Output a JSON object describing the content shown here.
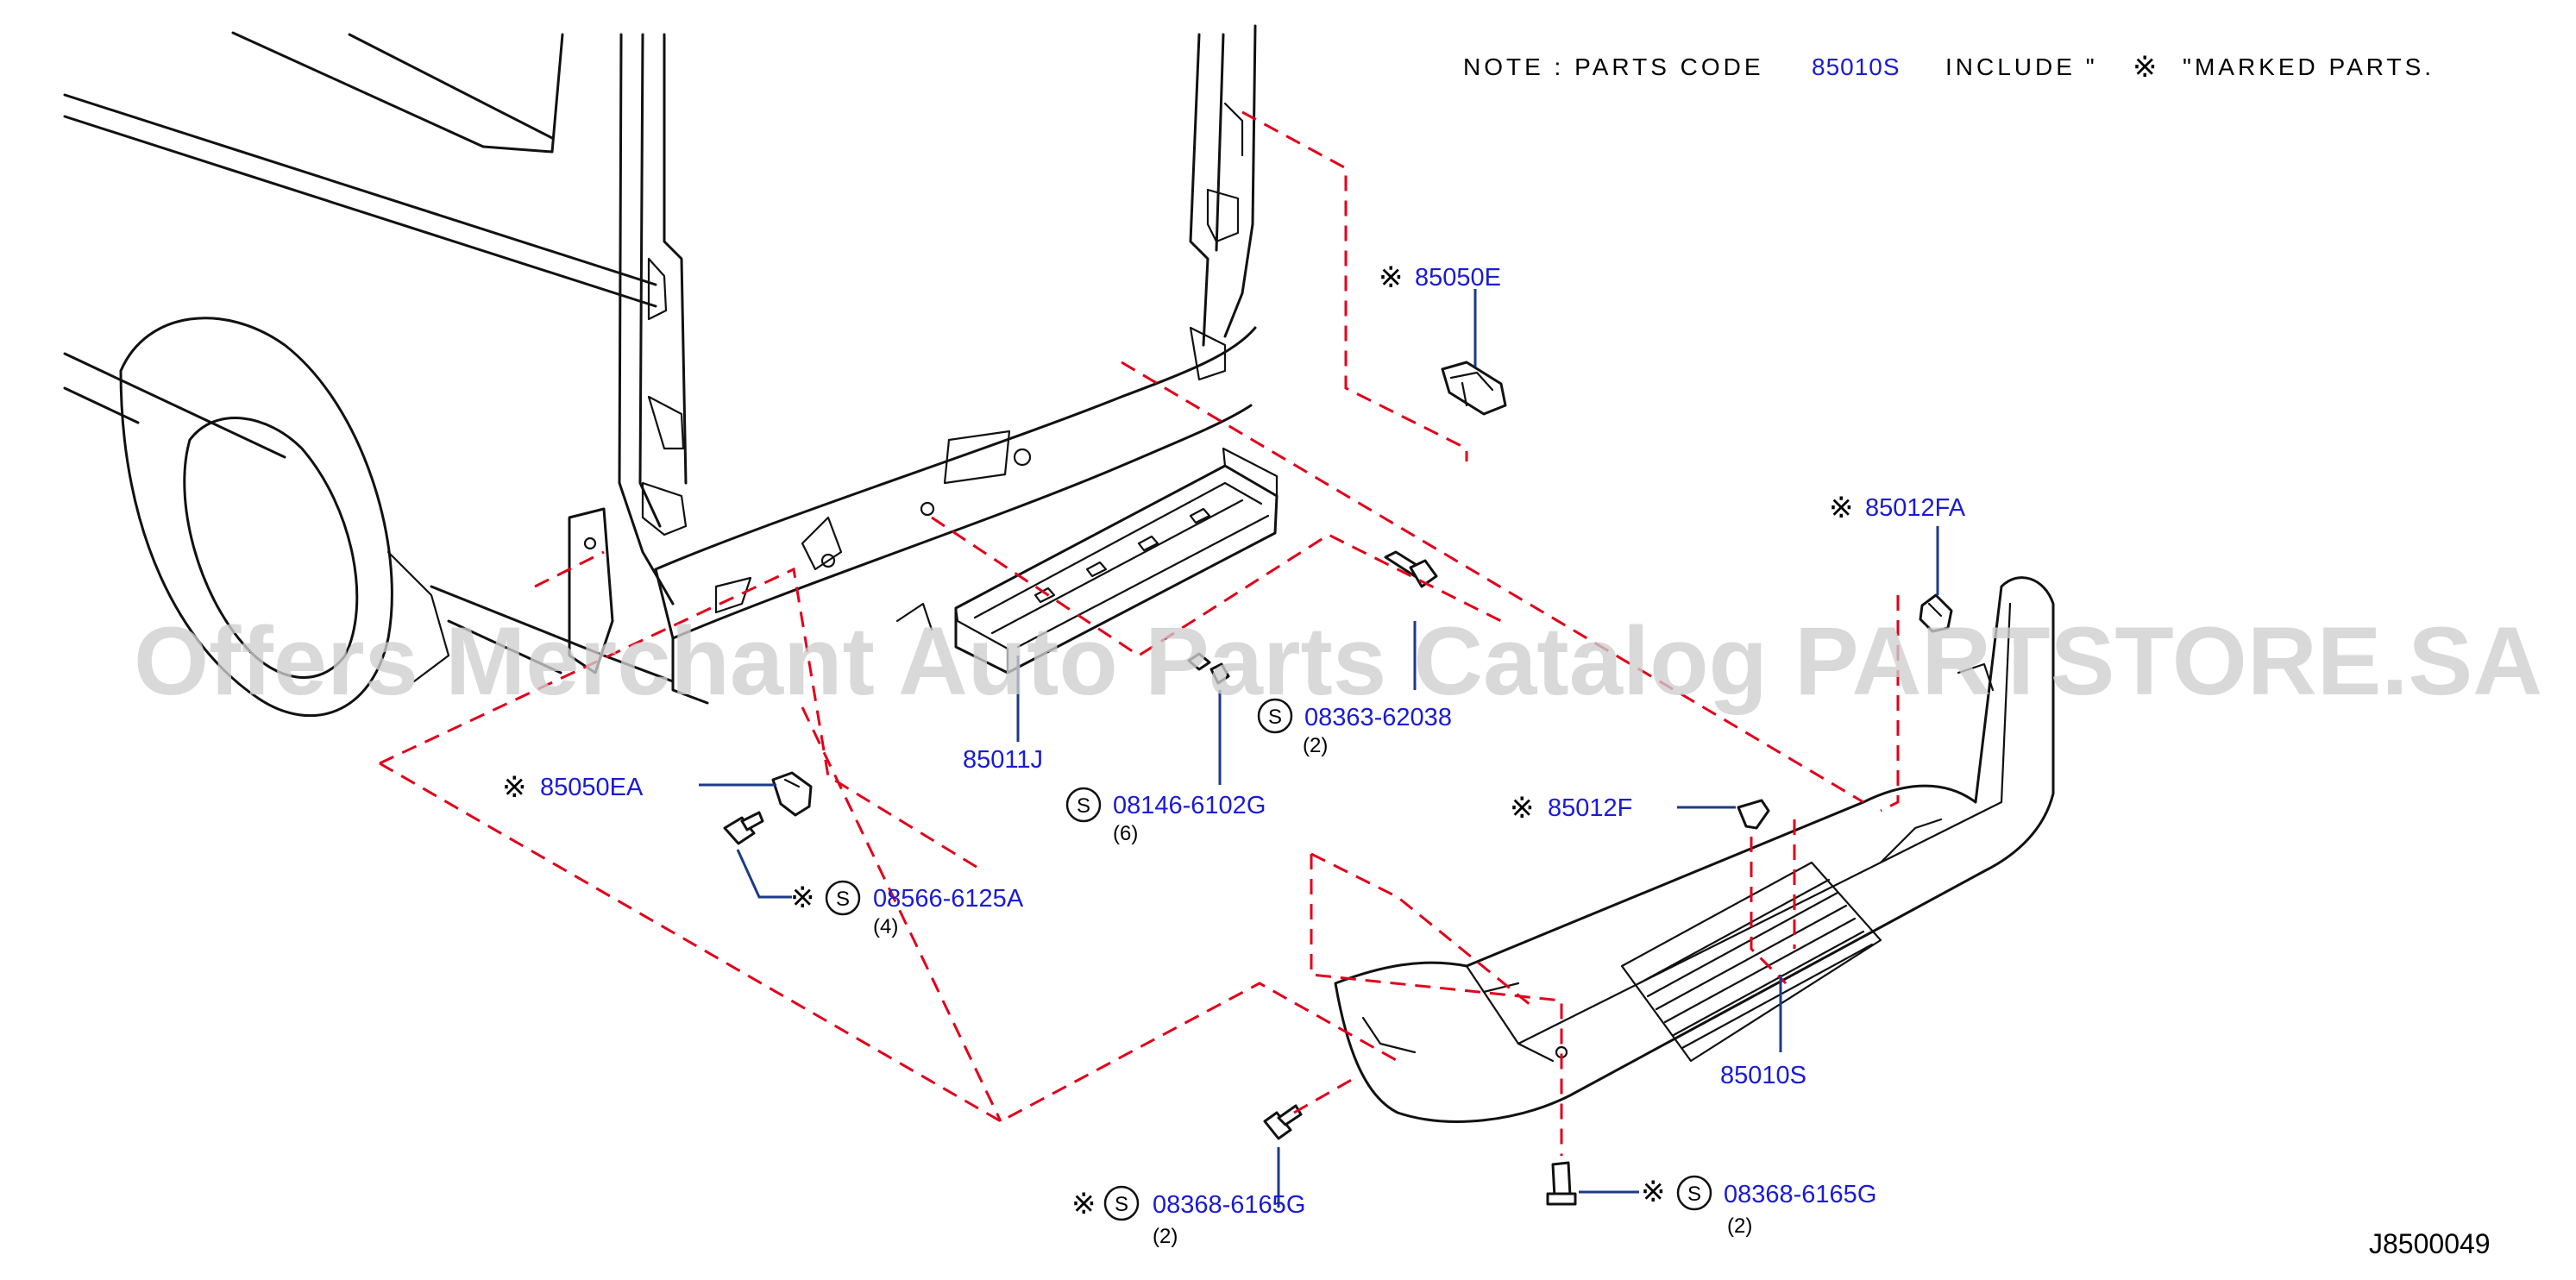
{
  "note": {
    "prefix": "NOTE : PARTS CODE",
    "code": "85010S",
    "middle": "INCLUDE \"",
    "symbol": "※",
    "suffix": "\"MARKED PARTS."
  },
  "watermark": "Offers Merchant Auto Parts Catalog PARTSTORE.SA",
  "reference_code": "J8500049",
  "parts": [
    {
      "mark": "※",
      "code": "85050E"
    },
    {
      "mark": "※",
      "code": "85012FA"
    },
    {
      "code": "85011J"
    },
    {
      "s": "S",
      "code": "08363-62038",
      "qty": "(2)"
    },
    {
      "s": "S",
      "code": "08146-6102G",
      "qty": "(6)"
    },
    {
      "mark": "※",
      "code": "85050EA"
    },
    {
      "mark": "※",
      "s": "S",
      "code": "08566-6125A",
      "qty": "(4)"
    },
    {
      "mark": "※",
      "code": "85012F"
    },
    {
      "code": "85010S"
    },
    {
      "mark": "※",
      "s": "S",
      "code": "08368-6165G",
      "qty": "(2)"
    },
    {
      "mark": "※",
      "s": "S",
      "code": "08368-6165G",
      "qty": "(2)"
    }
  ],
  "colors": {
    "label": "#1a1ad6",
    "leader": "#1b3a8a",
    "phantom": "#e2001a",
    "watermark": "#cfcfcf"
  }
}
